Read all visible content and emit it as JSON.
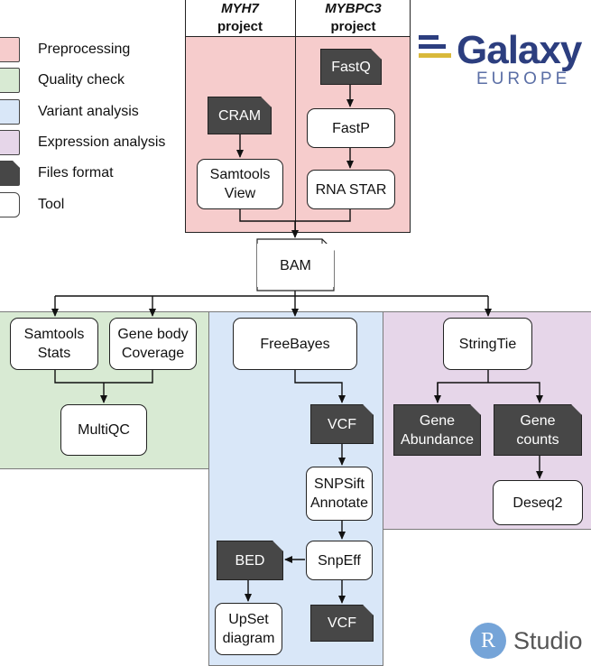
{
  "legend": [
    {
      "label": "Preprocessing",
      "color": "#f6cccc"
    },
    {
      "label": "Quality check",
      "color": "#d8ead3"
    },
    {
      "label": "Variant analysis",
      "color": "#d9e7f8"
    },
    {
      "label": "Expression analysis",
      "color": "#e6d6e9"
    },
    {
      "label": "Files format",
      "color": "#474747"
    },
    {
      "label": "Tool",
      "color": "#ffffff"
    }
  ],
  "projects": [
    {
      "name": "MYH7",
      "suffix": "project"
    },
    {
      "name": "MYBPC3",
      "suffix": "project"
    }
  ],
  "logos": {
    "galaxy": "Galaxy",
    "galaxy_sub": "EUROPE",
    "rstudio_letter": "R",
    "rstudio": "Studio"
  },
  "nodes": {
    "cram": "CRAM",
    "samtools_view": "Samtools\nView",
    "fastq": "FastQ",
    "fastp": "FastP",
    "rna_star": "RNA STAR",
    "bam": "BAM",
    "samtools_stats": "Samtools\nStats",
    "gene_body_coverage": "Gene body\nCoverage",
    "multiqc": "MultiQC",
    "freebayes": "FreeBayes",
    "vcf_1": "VCF",
    "snpsift": "SNPSift\nAnnotate",
    "snpeff": "SnpEff",
    "bed": "BED",
    "upset": "UpSet\ndiagram",
    "vcf_2": "VCF",
    "stringtie": "StringTie",
    "gene_abundance": "Gene\nAbundance",
    "gene_counts": "Gene\ncounts",
    "deseq2": "Deseq2"
  }
}
